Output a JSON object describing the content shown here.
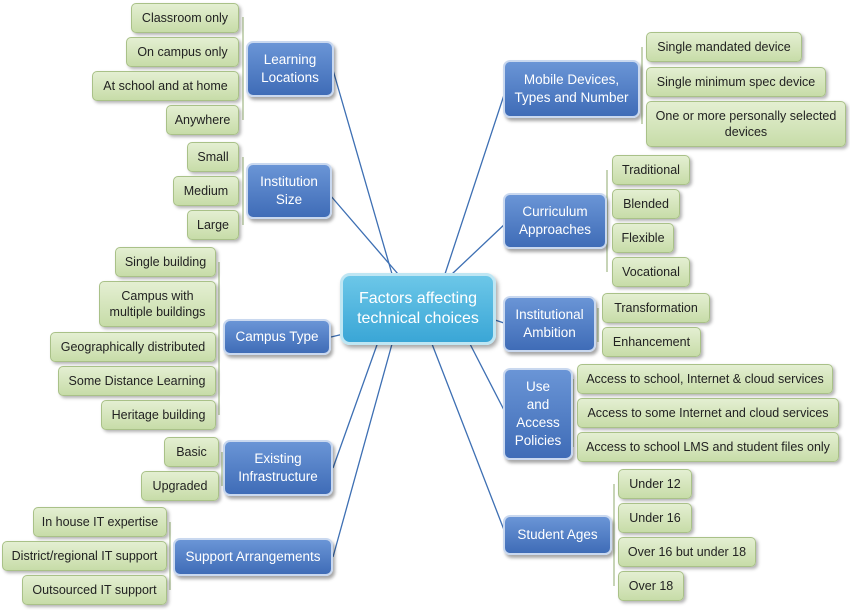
{
  "center": "Factors affecting\ntechnical choices",
  "categories": [
    {
      "label": "Learning\nLocations",
      "items": [
        "Classroom only",
        "On campus only",
        "At school and at home",
        "Anywhere"
      ]
    },
    {
      "label": "Institution\nSize",
      "items": [
        "Small",
        "Medium",
        "Large"
      ]
    },
    {
      "label": "Campus Type",
      "items": [
        "Single building",
        "Campus with\nmultiple buildings",
        "Geographically distributed",
        "Some Distance Learning",
        "Heritage building"
      ]
    },
    {
      "label": "Existing\nInfrastructure",
      "items": [
        "Basic",
        "Upgraded"
      ]
    },
    {
      "label": "Support Arrangements",
      "items": [
        "In house IT expertise",
        "District/regional IT support",
        "Outsourced IT support"
      ]
    },
    {
      "label": "Mobile Devices,\nTypes and Number",
      "items": [
        "Single mandated  device",
        "Single minimum spec device",
        "One or more personally selected\ndevices"
      ]
    },
    {
      "label": "Curriculum\nApproaches",
      "items": [
        "Traditional",
        "Blended",
        "Flexible",
        "Vocational"
      ]
    },
    {
      "label": "Institutional\nAmbition",
      "items": [
        "Transformation",
        "Enhancement"
      ]
    },
    {
      "label": "Use\nand\nAccess\nPolicies",
      "items": [
        "Access to school, Internet & cloud services",
        "Access to some Internet and cloud services",
        "Access to school LMS and student files only"
      ]
    },
    {
      "label": "Student  Ages",
      "items": [
        "Under 12",
        "Under 16",
        "Over 16  but under 18",
        "Over 18"
      ]
    }
  ],
  "colors": {
    "center": "#4bb3de",
    "category": "#4f7cc3",
    "leaf": "#d5e6bd",
    "connector": "#3d6fb3",
    "bracket": "#8faa6e"
  }
}
